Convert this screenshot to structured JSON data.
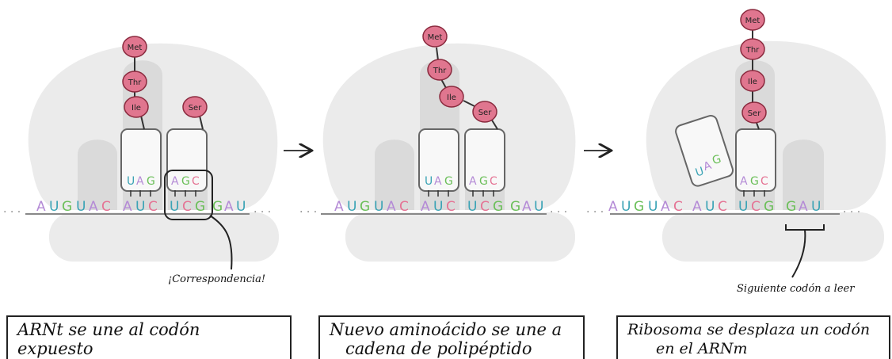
{
  "panels": [
    {
      "mrna": [
        "A",
        "U",
        "G",
        "U",
        "A",
        "C",
        "A",
        "U",
        "C",
        "U",
        "C",
        "G",
        "G",
        "A",
        "U"
      ],
      "caption": "ARNt se une al codón expuesto",
      "note": "¡Correspondencia!",
      "chain": [
        "Met",
        "Thr",
        "Ile"
      ],
      "incoming": "Ser",
      "trna1_anticodon": [
        "U",
        "A",
        "G"
      ],
      "trna2_anticodon": [
        "A",
        "G",
        "C"
      ]
    },
    {
      "mrna": [
        "A",
        "U",
        "G",
        "U",
        "A",
        "C",
        "A",
        "U",
        "C",
        "U",
        "C",
        "G",
        "G",
        "A",
        "U"
      ],
      "caption_line1": "Nuevo aminoácido se une a",
      "caption_line2": "cadena de polipéptido",
      "chain": [
        "Met",
        "Thr",
        "Ile",
        "Ser"
      ],
      "trna1_anticodon": [
        "U",
        "A",
        "G"
      ],
      "trna2_anticodon": [
        "A",
        "G",
        "C"
      ]
    },
    {
      "mrna": [
        "A",
        "U",
        "G",
        "U",
        "A",
        "C",
        "A",
        "U",
        "C",
        "U",
        "C",
        "G",
        "G",
        "A",
        "U"
      ],
      "caption_line1": "Ribosoma se desplaza un codón",
      "caption_line2": "en el ARNm",
      "note": "Siguiente codón a leer",
      "chain": [
        "Met",
        "Thr",
        "Ile",
        "Ser"
      ],
      "released_anticodon": [
        "U",
        "A",
        "G"
      ],
      "trna2_anticodon": [
        "A",
        "G",
        "C"
      ]
    }
  ],
  "arrow_symbol": "→",
  "colors": {
    "A": "#b48ad6",
    "U": "#3aa3b5",
    "G": "#6bbf59",
    "C": "#e57394",
    "amino_fill": "#e0768f",
    "ribosome": "#ebebeb"
  }
}
